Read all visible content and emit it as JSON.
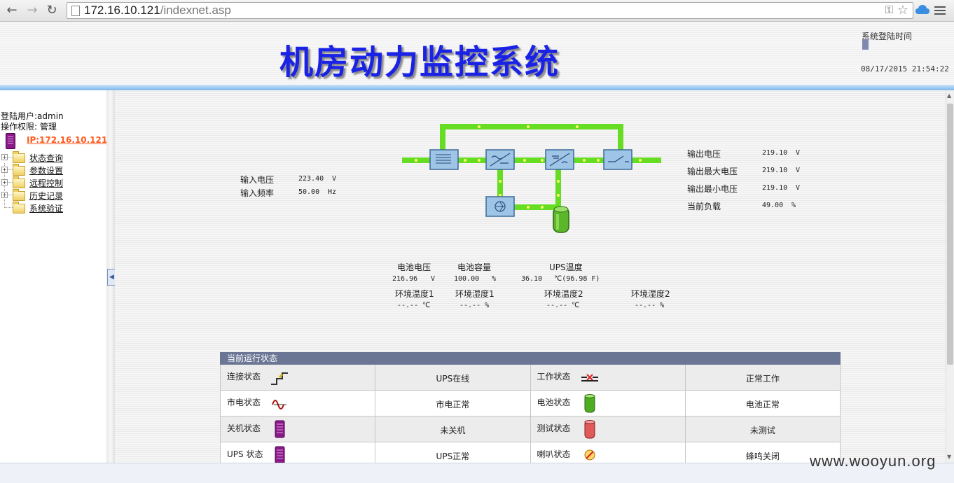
{
  "browser": {
    "url_host": "172.16.10.121",
    "url_path": "/indexnet.asp"
  },
  "header": {
    "title": "机房动力监控系统",
    "login_time_label": "系统登陆时间",
    "login_time": "08/17/2015 21:54:22"
  },
  "sidebar": {
    "user_line": "登陆用户:admin",
    "permission_line": "操作权限: 管理",
    "ip_link": "IP:172.16.10.121",
    "items": [
      {
        "label": "状态查询"
      },
      {
        "label": "参数设置"
      },
      {
        "label": "远程控制"
      },
      {
        "label": "历史记录"
      },
      {
        "label": "系统验证"
      }
    ]
  },
  "input": {
    "voltage_label": "输入电压",
    "voltage_value": "223.40",
    "voltage_unit": "V",
    "frequency_label": "输入频率",
    "frequency_value": "50.00",
    "frequency_unit": "Hz"
  },
  "output": {
    "voltage_label": "输出电压",
    "voltage_value": "219.10",
    "voltage_unit": "V",
    "max_voltage_label": "输出最大电压",
    "max_voltage_value": "219.10",
    "max_voltage_unit": "V",
    "min_voltage_label": "输出最小电压",
    "min_voltage_value": "219.10",
    "min_voltage_unit": "V",
    "load_label": "当前负载",
    "load_value": "49.00",
    "load_unit": "%"
  },
  "battery": {
    "voltage_label": "电池电压",
    "voltage_value": "216.96",
    "voltage_unit": "V",
    "capacity_label": "电池容量",
    "capacity_value": "100.00",
    "capacity_unit": "%",
    "ups_temp_label": "UPS温度",
    "ups_temp_value": "36.10",
    "ups_temp_unit": "℃(96.98  F)"
  },
  "env": {
    "temp1_label": "环境温度1",
    "temp1_value": "--.-- ℃",
    "hum1_label": "环境湿度1",
    "hum1_value": "--.-- %",
    "temp2_label": "环境温度2",
    "temp2_value": "--.-- ℃",
    "hum2_label": "环境湿度2",
    "hum2_value": "--.-- %"
  },
  "status": {
    "header": "当前运行状态",
    "rows": [
      {
        "l1": "连接状态",
        "v1": "UPS在线",
        "l2": "工作状态",
        "v2": "正常工作"
      },
      {
        "l1": "市电状态",
        "v1": "市电正常",
        "l2": "电池状态",
        "v2": "电池正常"
      },
      {
        "l1": "关机状态",
        "v1": "未关机",
        "l2": "测试状态",
        "v2": "未测试"
      },
      {
        "l1": "UPS 状态",
        "v1": "UPS正常",
        "l2": "喇叭状态",
        "v2": "蜂鸣关闭"
      }
    ]
  },
  "watermark": "www.wooyun.org",
  "colors": {
    "title": "#1a22e6",
    "flow_line": "#66dd22",
    "table_header": "#6b7695",
    "ip_link": "#ff5a1e"
  }
}
